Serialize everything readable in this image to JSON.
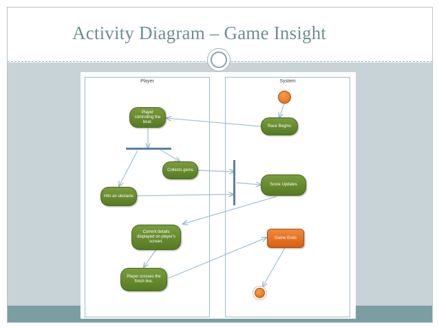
{
  "slide": {
    "title": "Activity Diagram – Game Insight"
  },
  "diagram": {
    "lanes": {
      "player": "Player",
      "system": "System"
    },
    "nodes": {
      "player_controlling": "Player controlling the boat.",
      "race_begins": "Race Begins",
      "collects_gems": "Collects gems",
      "hits_obstacle": "Hits an obstacle",
      "score_updates": "Score Updates",
      "current_details": "Current details displayed on player's screen.",
      "game_ends": "Game Ends",
      "crosses_finish": "Player crosses the finish line."
    },
    "colors": {
      "action_fill": "#5f8a2b",
      "game_ends_fill": "#e8721f",
      "start_end_node": "#e8721f",
      "sync_bar": "#5b7fa6",
      "arrow": "#8fb3cc"
    }
  }
}
